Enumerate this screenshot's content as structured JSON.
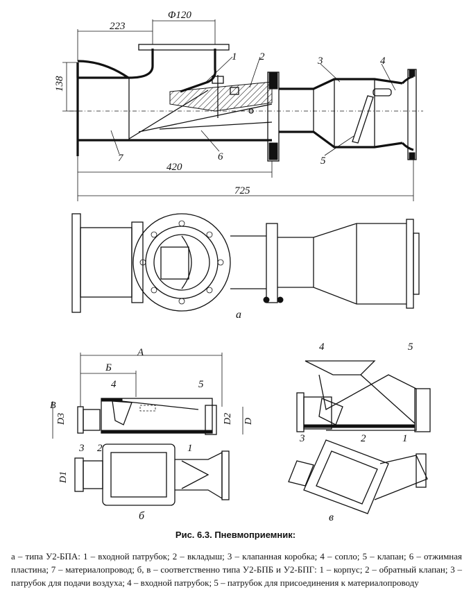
{
  "caption": {
    "title": "Рис. 6.3. Пневмоприемник:",
    "legend": "а – типа У2-БПА: 1 – входной патрубок; 2 – вкладыш; 3 – клапанная коробка; 4 – сопло; 5 – клапан; 6 – отжимная пластина; 7 – материалопровод; б, в – соответственно типа У2-БПБ и У2-БПГ: 1 – корпус; 2 – обратный клапан; 3 – патрубок для подачи воздуха; 4 – входной патрубок; 5 – патрубок для присоединения к материалопроводу"
  },
  "view_a": {
    "dims": {
      "d223": "223",
      "phi120": "Φ120",
      "d138": "138",
      "d420": "420",
      "d725": "725"
    },
    "callouts": {
      "c1": "1",
      "c2": "2",
      "c3": "3",
      "c4": "4",
      "c5": "5",
      "c6": "6",
      "c7": "7"
    },
    "letter": "а"
  },
  "view_b": {
    "dims": {
      "A": "A",
      "B": "Б",
      "V": "B",
      "D3": "D3",
      "D2": "D2",
      "D": "D",
      "D1": "D1"
    },
    "callouts": {
      "c1": "1",
      "c2": "2",
      "c3": "3",
      "c4": "4",
      "c5": "5"
    },
    "letter": "б"
  },
  "view_v": {
    "callouts": {
      "c1": "1",
      "c2": "2",
      "c3": "3",
      "c4": "4",
      "c5": "5"
    },
    "letter": "в"
  }
}
